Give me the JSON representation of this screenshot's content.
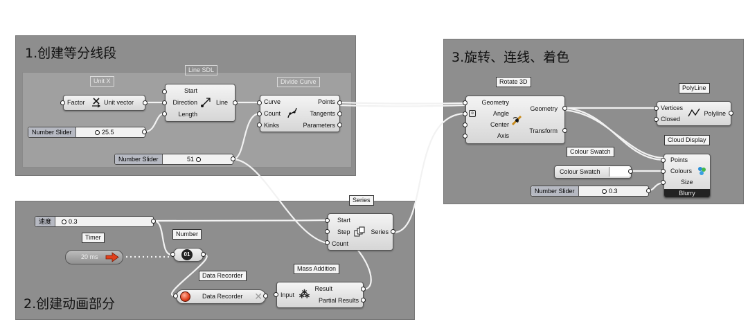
{
  "groups": {
    "g1_title": "1.创建等分线段",
    "g2_title": "2.创建动画部分",
    "g3_title": "3.旋转、连线、着色"
  },
  "components": {
    "unit_x": {
      "tag": "Unit X",
      "input": "Factor",
      "output": "Unit vector"
    },
    "line_sdl": {
      "tag": "Line SDL",
      "inputs": [
        "Start",
        "Direction",
        "Length"
      ],
      "output": "Line"
    },
    "divide_curve": {
      "tag": "Divide Curve",
      "inputs": [
        "Curve",
        "Count",
        "Kinks"
      ],
      "outputs": [
        "Points",
        "Tangents",
        "Parameters"
      ]
    },
    "rotate_3d": {
      "tag": "Rotate 3D",
      "inputs": [
        "Geometry",
        "Angle",
        "Center",
        "Axis"
      ],
      "outputs": [
        "Geometry",
        "Transform"
      ]
    },
    "polyline": {
      "tag": "PolyLine",
      "inputs": [
        "Vertices",
        "Closed"
      ],
      "output": "Polyline"
    },
    "colour_swatch": {
      "tag": "Colour Swatch",
      "name": "Colour Swatch",
      "color": "#ffffff"
    },
    "cloud_display": {
      "tag": "Cloud Display",
      "inputs": [
        "Points",
        "Colours",
        "Size"
      ],
      "footer": "Blurry"
    },
    "series": {
      "tag": "Series",
      "inputs": [
        "Start",
        "Step",
        "Count"
      ],
      "output": "Series"
    },
    "timer": {
      "tag": "Timer",
      "value": "20 ms"
    },
    "number": {
      "tag": "Number",
      "symbol": "01"
    },
    "data_recorder": {
      "tag": "Data Recorder",
      "name": "Data Recorder"
    },
    "mass_addition": {
      "tag": "Mass Addition",
      "input": "Input",
      "outputs": [
        "Result",
        "Partial Results"
      ]
    }
  },
  "sliders": {
    "s1": {
      "name": "Number Slider",
      "value": "25.5"
    },
    "s2": {
      "name": "Number Slider",
      "value": "51"
    },
    "s3": {
      "name": "速度",
      "value": "0.3"
    },
    "s4": {
      "name": "Number Slider",
      "value": "0.3"
    }
  },
  "colors": {
    "canvas": "#ffffff",
    "group": "#8e8e8e",
    "wire": "#f2f2f2",
    "timer_arrow": "#e0401c"
  }
}
